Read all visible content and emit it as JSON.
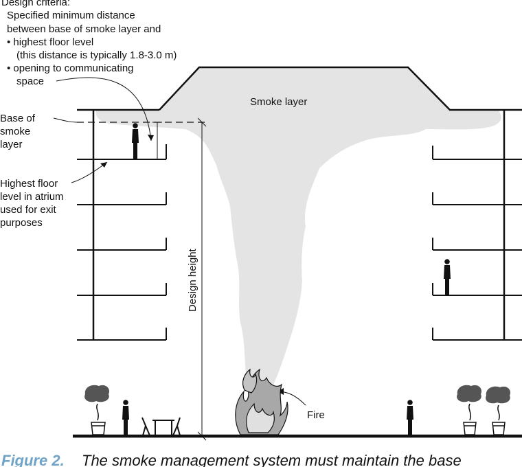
{
  "design_criteria": {
    "heading": "Design criteria:",
    "line1": "Specified minimum distance",
    "line2": "between base of smoke layer and",
    "bullet1": "• highest floor level",
    "bullet1_note": "(this distance is typically 1.8-3.0 m)",
    "bullet2": "• opening to communicating",
    "bullet2_cont": "space"
  },
  "labels": {
    "smoke_layer": "Smoke layer",
    "base_1": "Base of",
    "base_2": "smoke",
    "base_3": "layer",
    "highest_1": "Highest floor",
    "highest_2": "level in atrium",
    "highest_3": "used for exit",
    "highest_4": "purposes",
    "design_height": "Design height",
    "fire": "Fire"
  },
  "caption": {
    "figure": "Figure 2.",
    "text": "The smoke management system must maintain the base"
  },
  "colors": {
    "smoke": "#e4e4e4",
    "caption_accent": "#6fa3c7",
    "line": "#111111"
  }
}
